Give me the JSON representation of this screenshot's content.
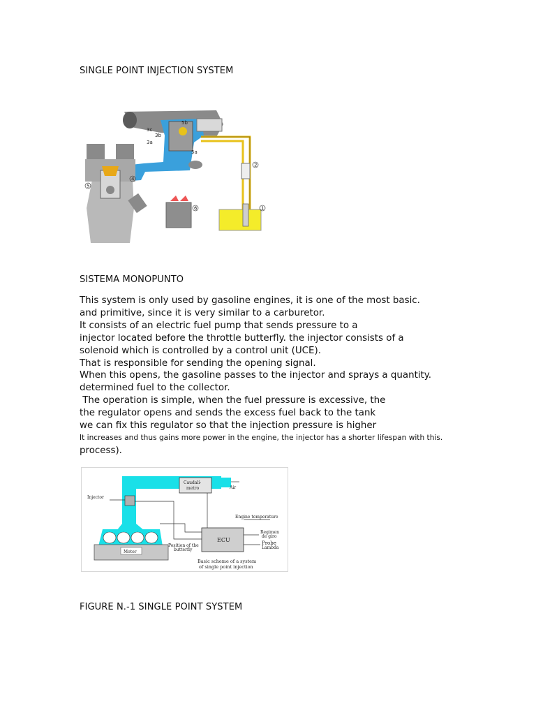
{
  "headings": {
    "title": "SINGLE POINT INJECTION SYSTEM",
    "subtitle": "SISTEMA MONOPUNTO",
    "figure_caption": "FIGURE N.-1 SINGLE POINT SYSTEM"
  },
  "paragraph": {
    "lines": [
      "This system is only used by gasoline engines, it is one of the most basic.",
      "and primitive, since it is very similar to a carburetor.",
      "It consists of an electric fuel pump that sends pressure to a",
      "injector located before the throttle butterfly. the injector consists of a",
      "solenoid which is controlled by a control unit (UCE).",
      "That is responsible for sending the opening signal.",
      "When this opens, the gasoline passes to the injector and sprays a quantity.",
      "determined fuel to the collector.",
      " The operation is simple, when the fuel pressure is excessive, the",
      "the regulator opens and sends the excess fuel back to the tank",
      "we can fix this regulator so that the injection pressure is higher",
      "It increases and thus gains more power in the engine, the injector has a shorter lifespan with this.",
      "process)."
    ]
  },
  "figure1": {
    "labels": {
      "n1": "1",
      "n2": "2",
      "n3a": "3a",
      "n3b": "3b",
      "n3c": "3c",
      "n4": "4",
      "n5": "5",
      "n5a": "5a",
      "n5b": "5b",
      "n6": "6"
    },
    "colors": {
      "intake": "#3aa0dc",
      "fuel": "#e8c21a",
      "tank": "#f4ec2a",
      "engine": "#b9b9b9"
    }
  },
  "figure2": {
    "labels": {
      "injector": "Injector",
      "caudalimetro_1": "Caudalí-",
      "caudalimetro_2": "metro",
      "air": "Air",
      "engine_temperature": "Engine temperature",
      "regimen_1": "Regimen",
      "regimen_2": "de giro",
      "probe": "Probe",
      "lambda": "Lambda",
      "ecu": "ECU",
      "position_1": "Position of the",
      "position_2": "butterfly",
      "motor": "Motor",
      "caption_1": "Basic scheme of a system",
      "caption_2": "of single point injection"
    },
    "colors": {
      "duct": "#19e0e8",
      "engine": "#c8c8c8"
    }
  }
}
